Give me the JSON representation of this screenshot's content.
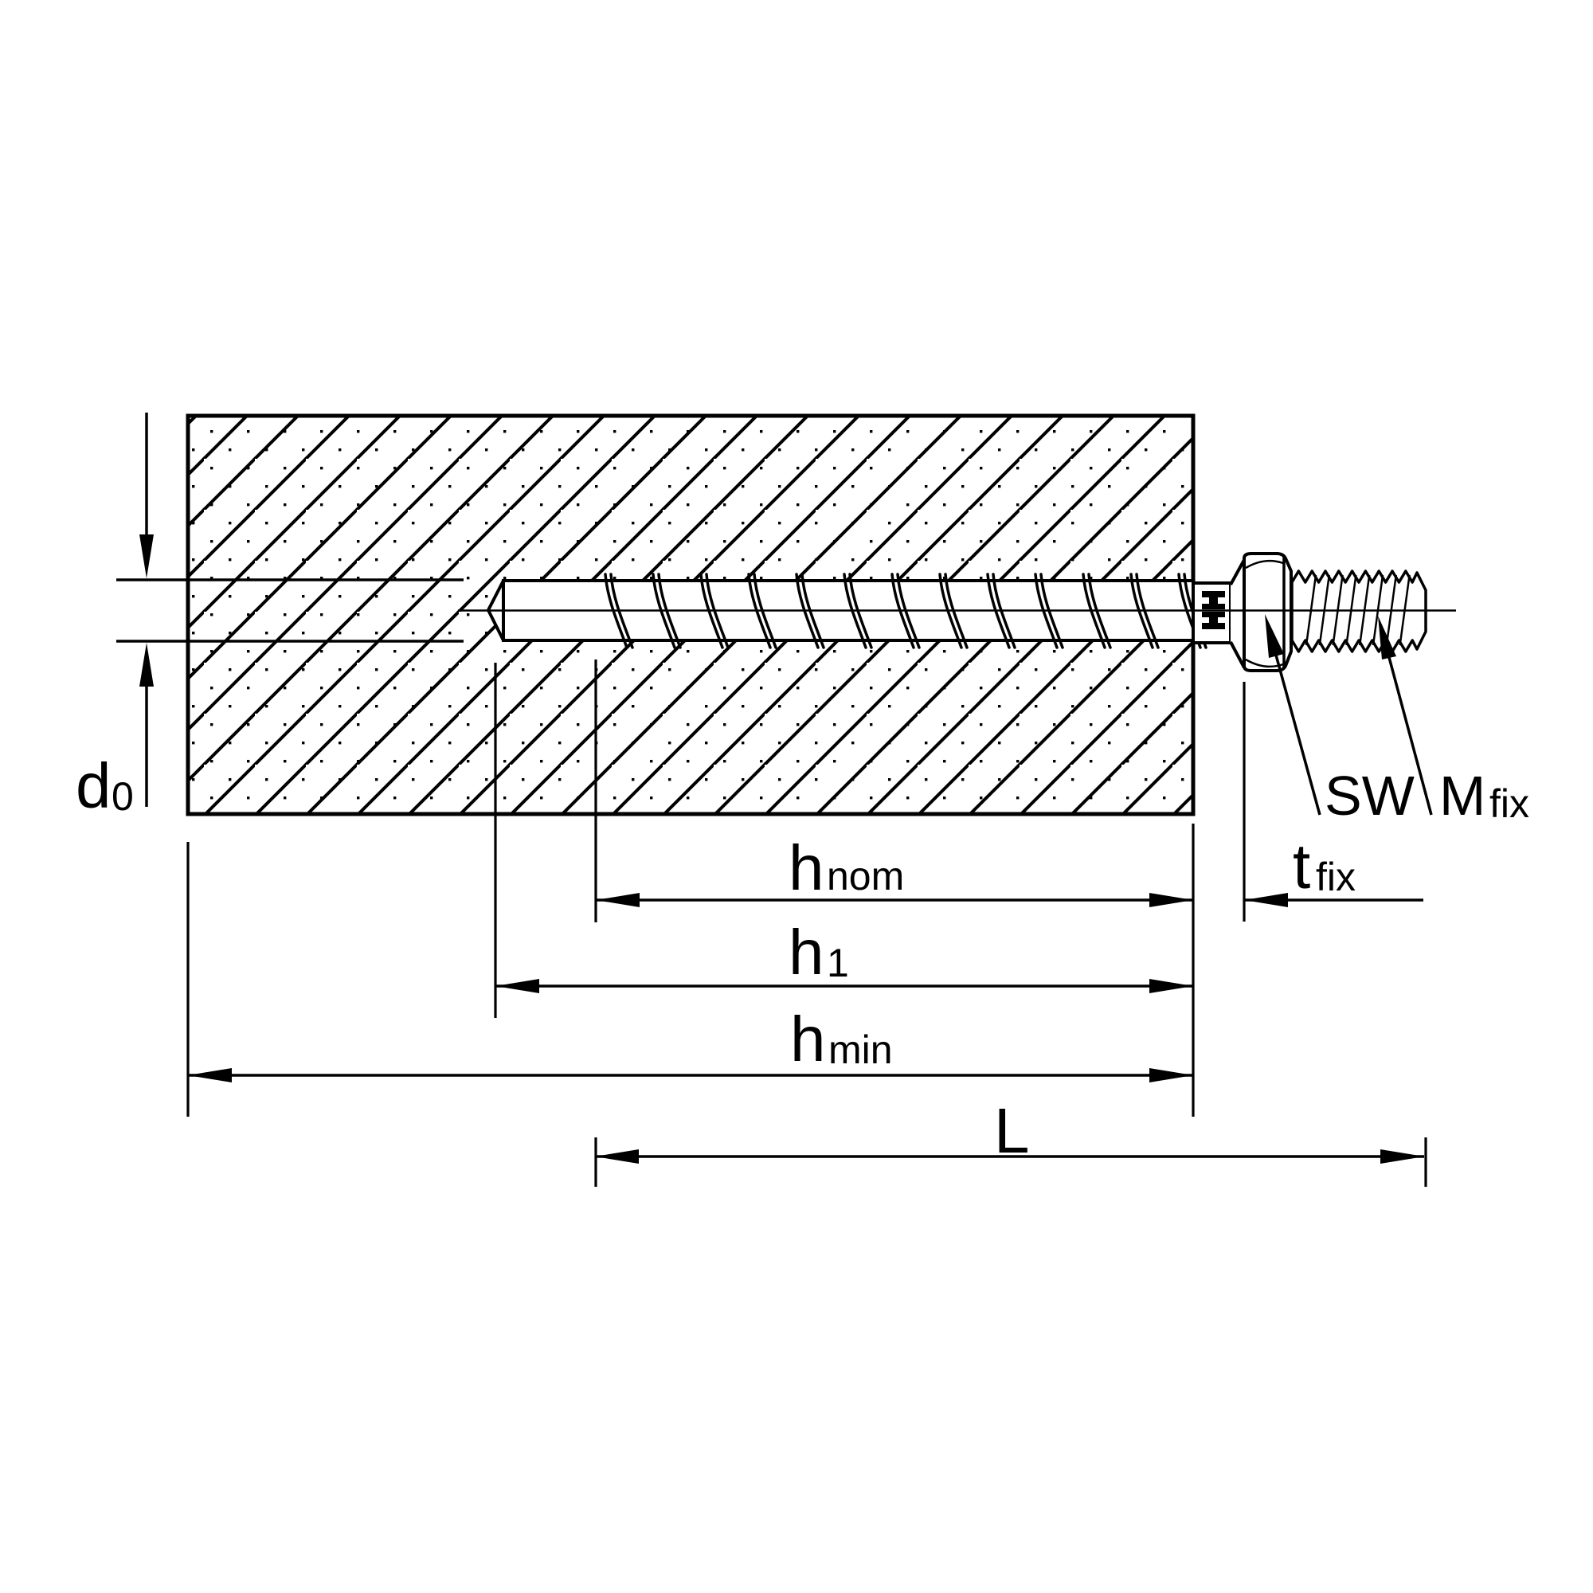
{
  "diagram": {
    "kind": "anchor-installation-technical-drawing",
    "colors": {
      "line": "#000000",
      "background": "#ffffff"
    },
    "labels": {
      "d0": {
        "main": "d",
        "sub": "0"
      },
      "h_nom": {
        "main": "h",
        "sub": "nom"
      },
      "h1": {
        "main": "h",
        "sub": "1"
      },
      "h_min": {
        "main": "h",
        "sub": "min"
      },
      "L": {
        "main": "L"
      },
      "t_fix": {
        "main": "t",
        "sub": "fix"
      },
      "SW": {
        "main": "SW"
      },
      "M_fix": {
        "main": "M",
        "sub": "fix"
      }
    }
  }
}
